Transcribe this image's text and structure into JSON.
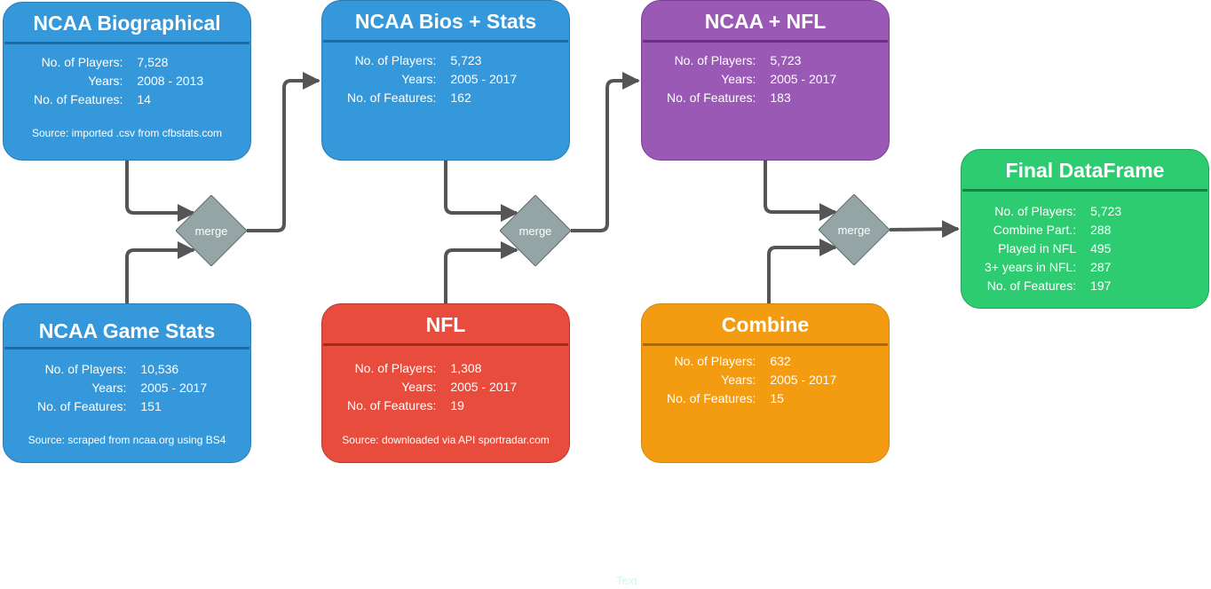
{
  "cards": {
    "ncaa_bio": {
      "title": "NCAA Biographical",
      "rows": [
        {
          "k": "No. of Players:",
          "v": "7,528"
        },
        {
          "k": "Years:",
          "v": "2008 - 2013"
        },
        {
          "k": "No. of Features:",
          "v": "14"
        }
      ],
      "source": "Source: imported .csv from cfbstats.com"
    },
    "ncaa_game": {
      "title": "NCAA Game Stats",
      "rows": [
        {
          "k": "No. of Players:",
          "v": "10,536"
        },
        {
          "k": "Years:",
          "v": "2005 - 2017"
        },
        {
          "k": "No. of Features:",
          "v": "151"
        }
      ],
      "source": "Source: scraped from ncaa.org using BS4"
    },
    "ncaa_bios_stats": {
      "title": "NCAA Bios + Stats",
      "rows": [
        {
          "k": "No. of Players:",
          "v": "5,723"
        },
        {
          "k": "Years:",
          "v": "2005 - 2017"
        },
        {
          "k": "No. of Features:",
          "v": "162"
        }
      ]
    },
    "nfl": {
      "title": "NFL",
      "rows": [
        {
          "k": "No. of Players:",
          "v": "1,308"
        },
        {
          "k": "Years:",
          "v": "2005 - 2017"
        },
        {
          "k": "No. of Features:",
          "v": "19"
        }
      ],
      "source": "Source: downloaded via API sportradar.com"
    },
    "ncaa_nfl": {
      "title": "NCAA + NFL",
      "rows": [
        {
          "k": "No. of Players:",
          "v": "5,723"
        },
        {
          "k": "Years:",
          "v": "2005 - 2017"
        },
        {
          "k": "No. of Features:",
          "v": "183"
        }
      ]
    },
    "combine": {
      "title": "Combine",
      "rows": [
        {
          "k": "No. of Players:",
          "v": "632"
        },
        {
          "k": "Years:",
          "v": "2005 - 2017"
        },
        {
          "k": "No. of Features:",
          "v": "15"
        }
      ]
    },
    "final": {
      "title": "Final DataFrame",
      "rows": [
        {
          "k": "No. of Players:",
          "v": "5,723"
        },
        {
          "k": "Combine Part.:",
          "v": "288"
        },
        {
          "k": "Played in NFL",
          "v": "495"
        },
        {
          "k": "3+ years in NFL:",
          "v": "287"
        },
        {
          "k": "No. of Features:",
          "v": "197"
        }
      ]
    }
  },
  "merges": [
    "merge",
    "merge",
    "merge"
  ],
  "footer": "Text",
  "colors": {
    "blue": "#3498db",
    "red": "#e74c3c",
    "purple": "#9b59b6",
    "orange": "#f39c12",
    "green": "#2ecc71",
    "merge": "#95a5a6",
    "connector": "#555555"
  }
}
